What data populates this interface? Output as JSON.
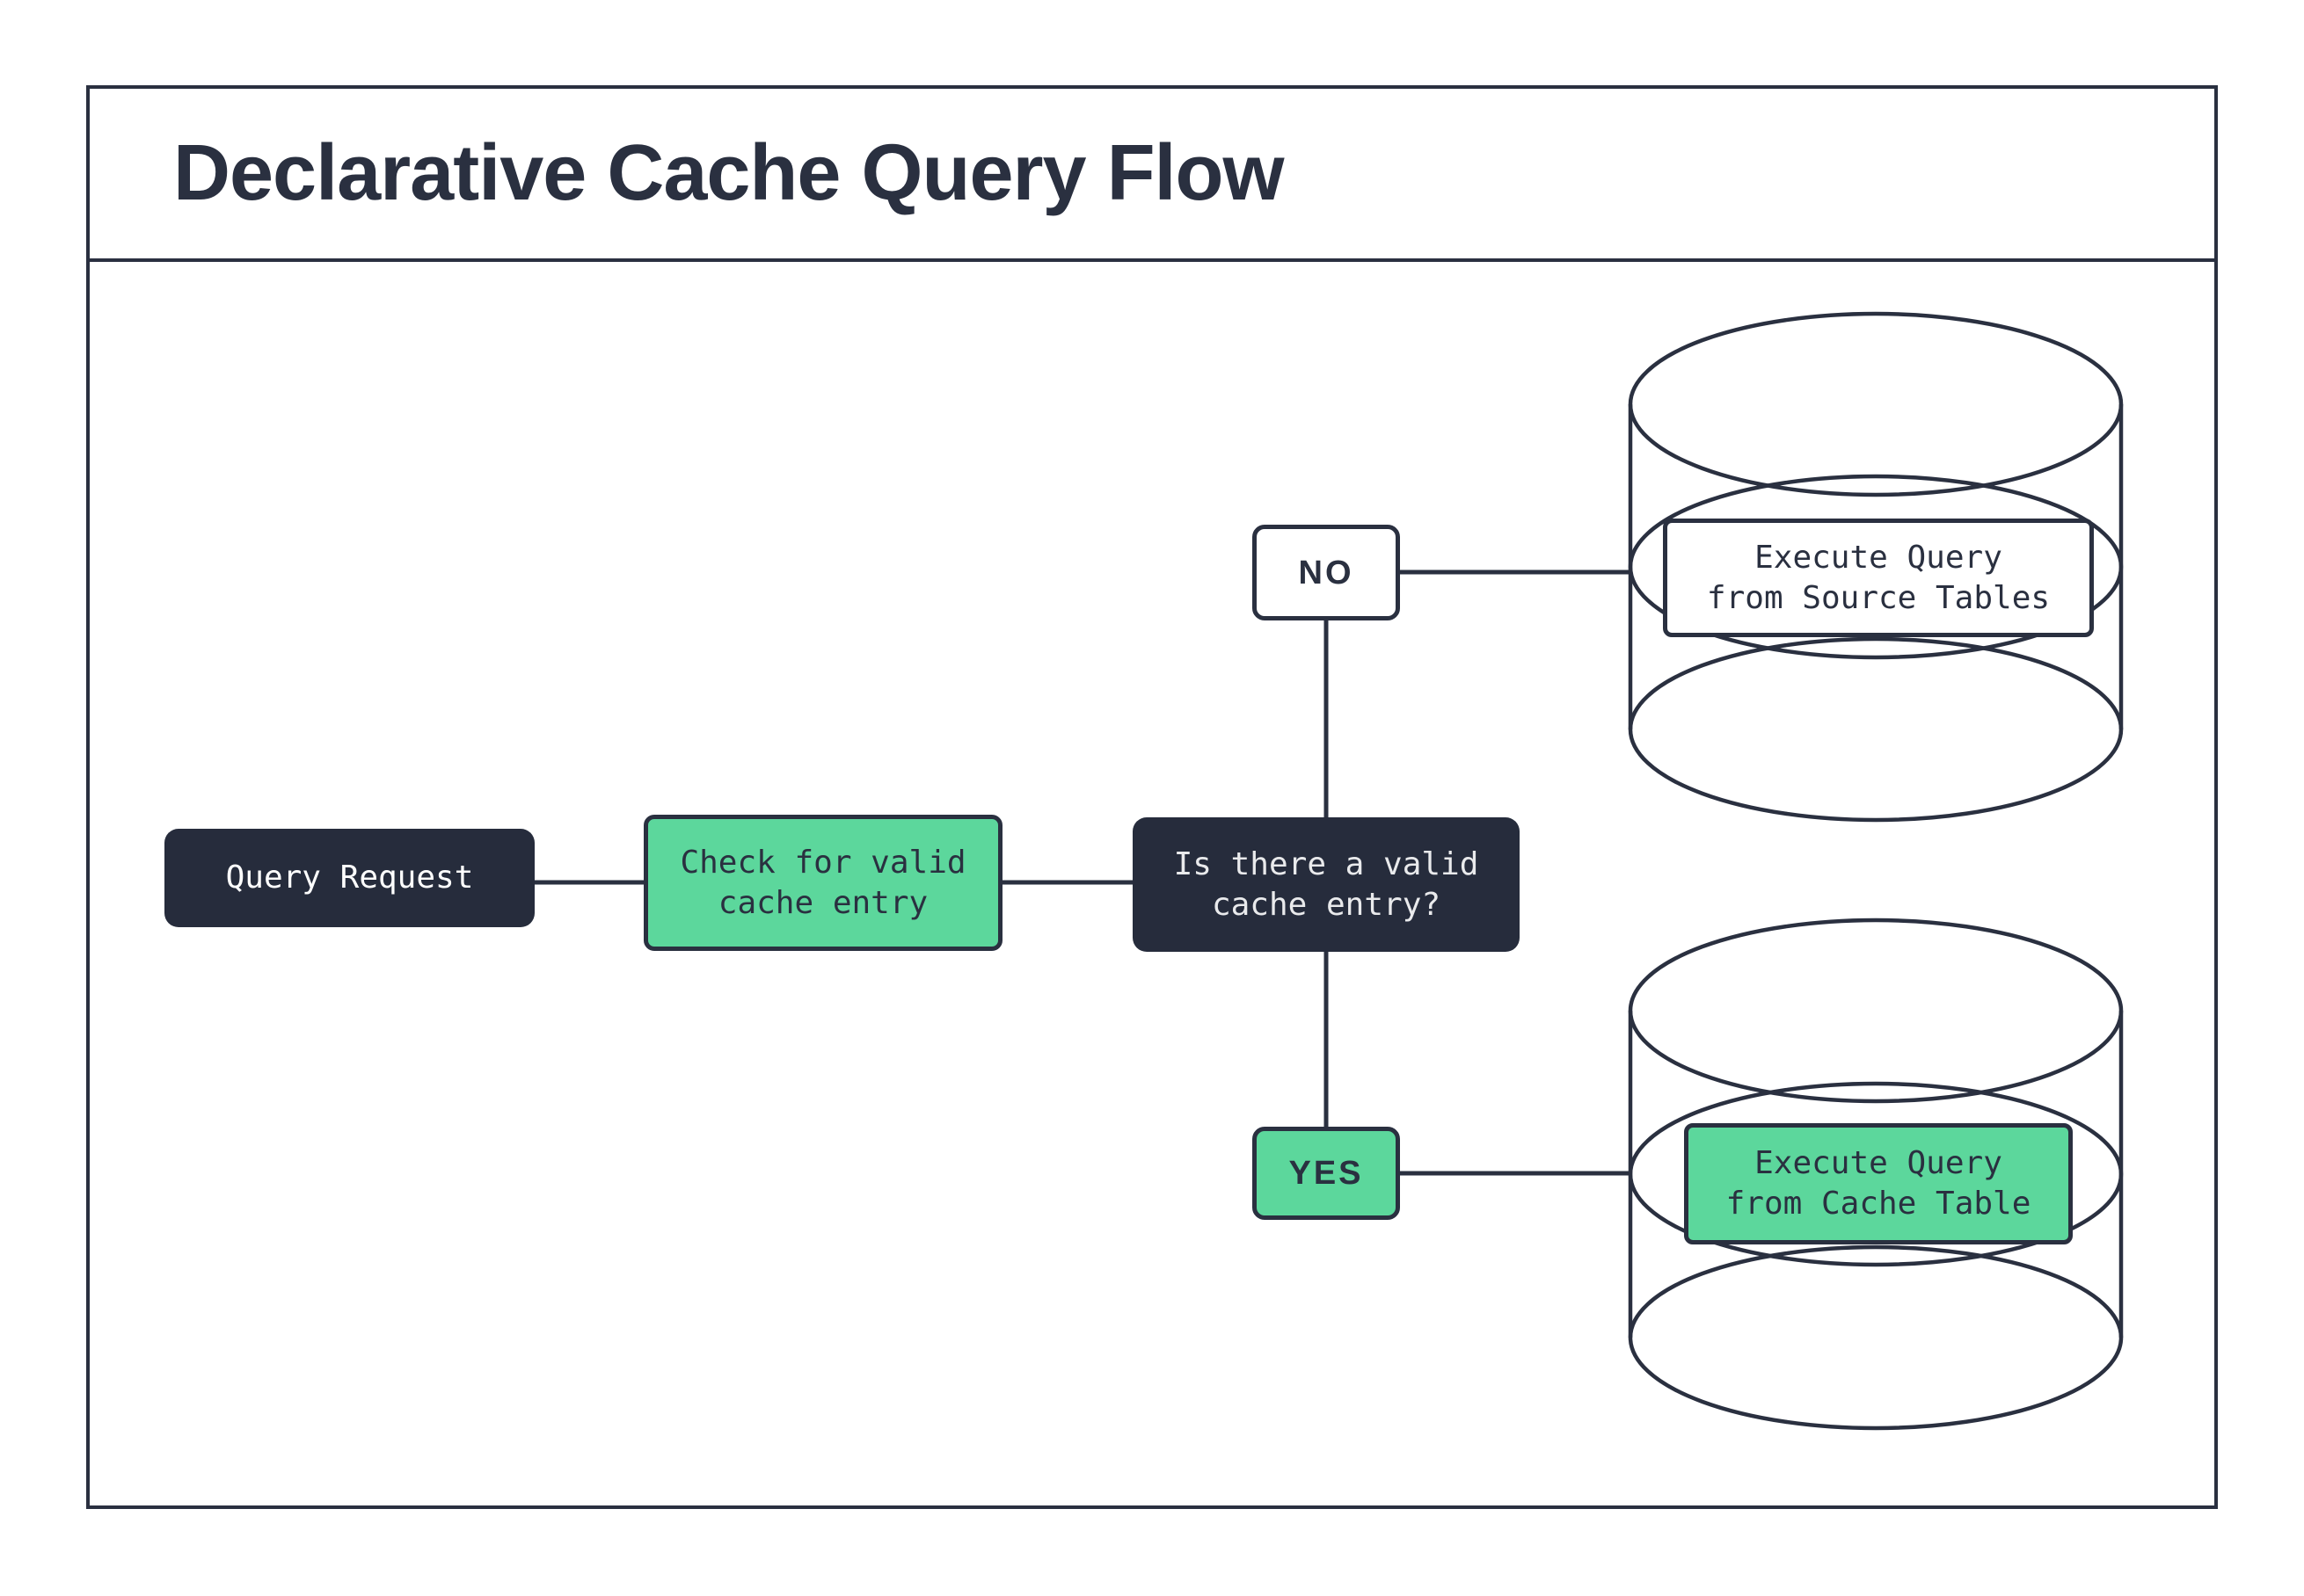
{
  "title": "Declarative Cache Query Flow",
  "colors": {
    "ink": "#2A3040",
    "node-dark": "#262C3C",
    "green": "#5CD79C",
    "bg": "#FFFFFF",
    "text-light": "#E9EAEC"
  },
  "nodes": {
    "query_request": {
      "label": "Query Request"
    },
    "check_cache": {
      "lines": [
        "Check for valid",
        "cache entry"
      ]
    },
    "decision": {
      "lines": [
        "Is there a valid",
        "cache entry?"
      ]
    },
    "no_branch": {
      "label": "NO"
    },
    "yes_branch": {
      "label": "YES"
    },
    "source_db": {
      "lines": [
        "Execute Query",
        "from Source Tables"
      ]
    },
    "cache_db": {
      "lines": [
        "Execute Query",
        "from Cache Table"
      ]
    }
  }
}
